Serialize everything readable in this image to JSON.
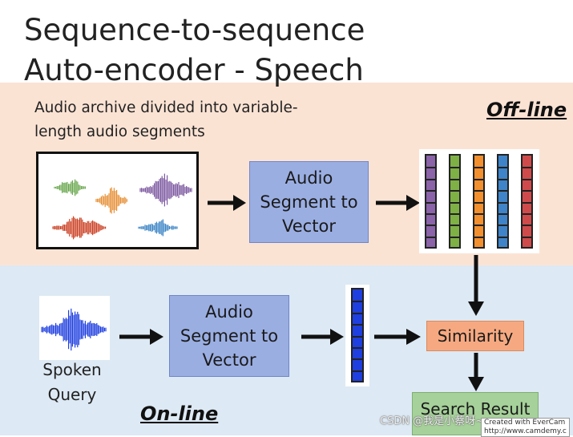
{
  "title": {
    "line1": "Sequence-to-sequence",
    "line2": "Auto-encoder - Speech"
  },
  "offline": {
    "tag": "Off-line",
    "caption_line1": "Audio archive divided into variable-",
    "caption_line2": "length audio segments",
    "box_line1": "Audio",
    "box_line2": "Segment to",
    "box_line3": "Vector",
    "vector_colors": [
      "#8a63a8",
      "#7fb046",
      "#f28f2e",
      "#3f84c8",
      "#cf4b4b"
    ],
    "waveform_colors": [
      "#6aa84f",
      "#e69138",
      "#7e5aa2",
      "#cc4125",
      "#3d85c6"
    ]
  },
  "online": {
    "tag": "On-line",
    "query_label_line1": "Spoken",
    "query_label_line2": "Query",
    "box_line1": "Audio",
    "box_line2": "Segment to",
    "box_line3": "Vector",
    "vector_color": "#1f3fe0",
    "similarity_label": "Similarity",
    "result_label": "Search Result"
  },
  "watermark": {
    "csdn": "CSDN @我是小蔡呀~~",
    "evercam_line1": "Created with EverCam",
    "evercam_line2": "http://www.camdemy.c"
  }
}
